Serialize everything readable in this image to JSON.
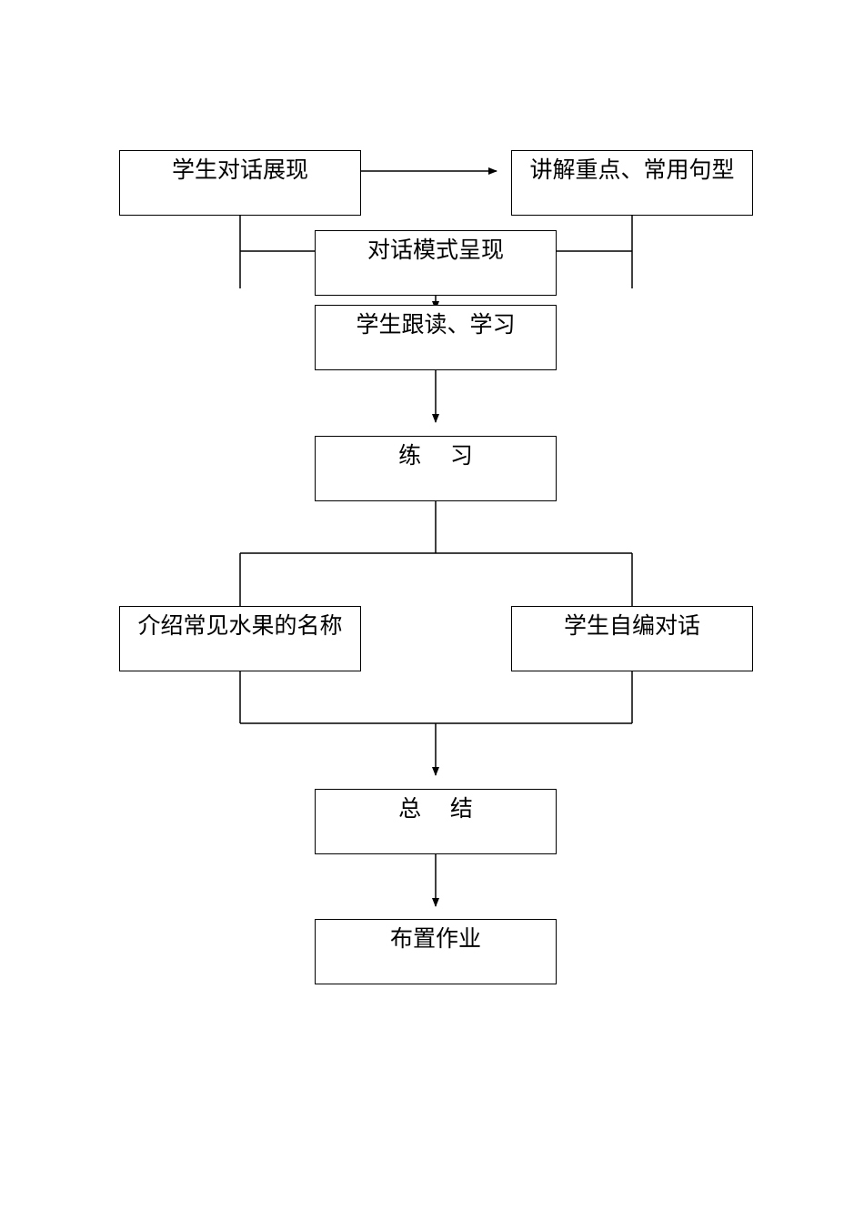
{
  "diagram": {
    "nodes": {
      "student_dialogue": "学生对话展现",
      "explain_key_points": "讲解重点、常用句型",
      "dialogue_mode": "对话模式呈现",
      "follow_reading": "学生跟读、学习",
      "practice": "练    习",
      "fruit_names": "介绍常见水果的名称",
      "self_dialogue": "学生自编对话",
      "summary": "总    结",
      "homework": "布置作业"
    }
  },
  "colors": {
    "line": "#000000",
    "background": "#ffffff"
  }
}
